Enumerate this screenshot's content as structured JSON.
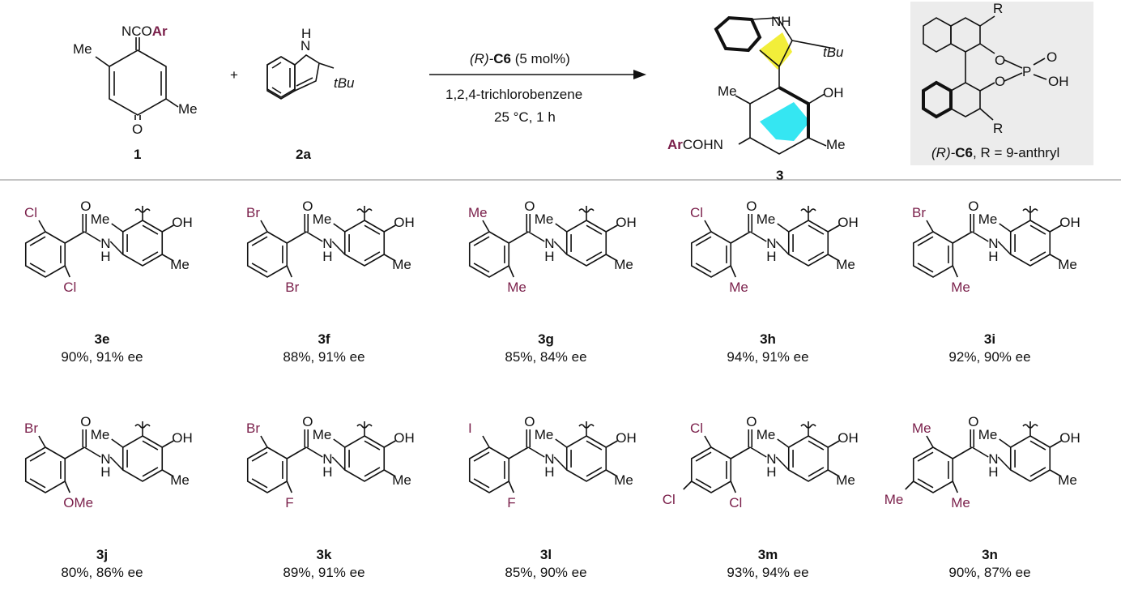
{
  "top": {
    "compound1": {
      "label": "1",
      "substituent_prefix": "NCO",
      "substituent_ar": "Ar",
      "me_left": "Me",
      "me_right": "Me",
      "oxygen": "O"
    },
    "plus": "+",
    "compound2a": {
      "label": "2a",
      "nh": "H",
      "n": "N",
      "tbu": "tBu"
    },
    "arrow": {
      "catalyst_prefix": "(R)-",
      "catalyst_name": "C6",
      "catalyst_loading": " (5 mol%)",
      "solvent": "1,2,4-trichlorobenzene",
      "conditions": "25 °C, 1 h"
    },
    "compound3": {
      "label": "3",
      "nh": "NH",
      "tbu": "tBu",
      "me": "Me",
      "oh": "OH",
      "me2": "Me",
      "ar": "Ar",
      "cohn": "COHN"
    },
    "catalyst": {
      "r_top": "R",
      "r_bottom": "R",
      "o1": "O",
      "o2": "O",
      "p": "P",
      "p_o": "O",
      "oh": "OH",
      "caption_prefix": "(R)-",
      "caption_name": "C6",
      "caption_rest": ", R = 9-anthryl"
    }
  },
  "products": [
    {
      "id": "3e",
      "yield_ee": "90%, 91% ee",
      "sub_top": "Cl",
      "sub_bottom": "Cl",
      "para": ""
    },
    {
      "id": "3f",
      "yield_ee": "88%, 91% ee",
      "sub_top": "Br",
      "sub_bottom": "Br",
      "para": ""
    },
    {
      "id": "3g",
      "yield_ee": "85%, 84% ee",
      "sub_top": "Me",
      "sub_bottom": "Me",
      "para": ""
    },
    {
      "id": "3h",
      "yield_ee": "94%, 91% ee",
      "sub_top": "Cl",
      "sub_bottom": "Me",
      "para": ""
    },
    {
      "id": "3i",
      "yield_ee": "92%, 90% ee",
      "sub_top": "Br",
      "sub_bottom": "Me",
      "para": ""
    },
    {
      "id": "3j",
      "yield_ee": "80%, 86% ee",
      "sub_top": "Br",
      "sub_bottom": "OMe",
      "para": ""
    },
    {
      "id": "3k",
      "yield_ee": "89%, 91% ee",
      "sub_top": "Br",
      "sub_bottom": "F",
      "para": ""
    },
    {
      "id": "3l",
      "yield_ee": "85%, 90% ee",
      "sub_top": "I",
      "sub_bottom": "F",
      "para": ""
    },
    {
      "id": "3m",
      "yield_ee": "93%, 94% ee",
      "sub_top": "Cl",
      "sub_bottom": "Cl",
      "para": "Cl"
    },
    {
      "id": "3n",
      "yield_ee": "90%, 87% ee",
      "sub_top": "Me",
      "sub_bottom": "Me",
      "para": "Me"
    }
  ],
  "product_common": {
    "me": "Me",
    "oh": "OH",
    "me2": "Me",
    "o": "O",
    "n": "N",
    "h": "H"
  },
  "colors": {
    "accent": "#7a1f4a",
    "indole_highlight": "#f2ee3a",
    "benzene_highlight": "#35e6f2",
    "catalyst_box": "#ececec",
    "text": "#111111"
  }
}
